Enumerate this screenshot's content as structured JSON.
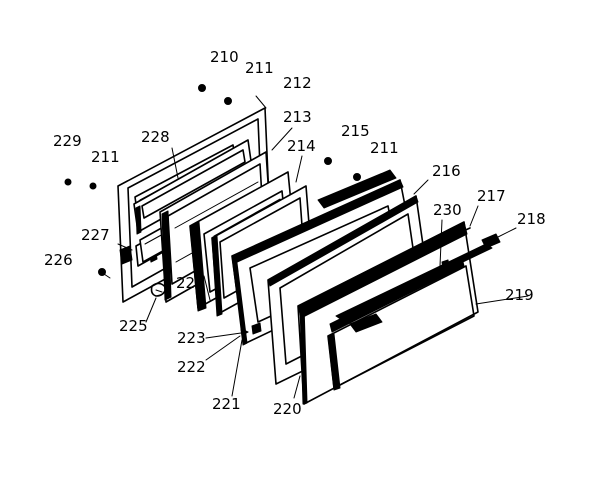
{
  "labels": {
    "p210": "210",
    "p211a": "211",
    "p212": "212",
    "p213": "213",
    "p214": "214",
    "p215": "215",
    "p211b": "211",
    "p216": "216",
    "p217": "217",
    "p230": "230",
    "p218": "218",
    "p219": "219",
    "p229": "229",
    "p211c": "211",
    "p228": "228",
    "p227": "227",
    "p226": "226",
    "p224": "224",
    "p225": "225",
    "p223": "223",
    "p222": "222",
    "p221": "221",
    "p220": "220"
  }
}
